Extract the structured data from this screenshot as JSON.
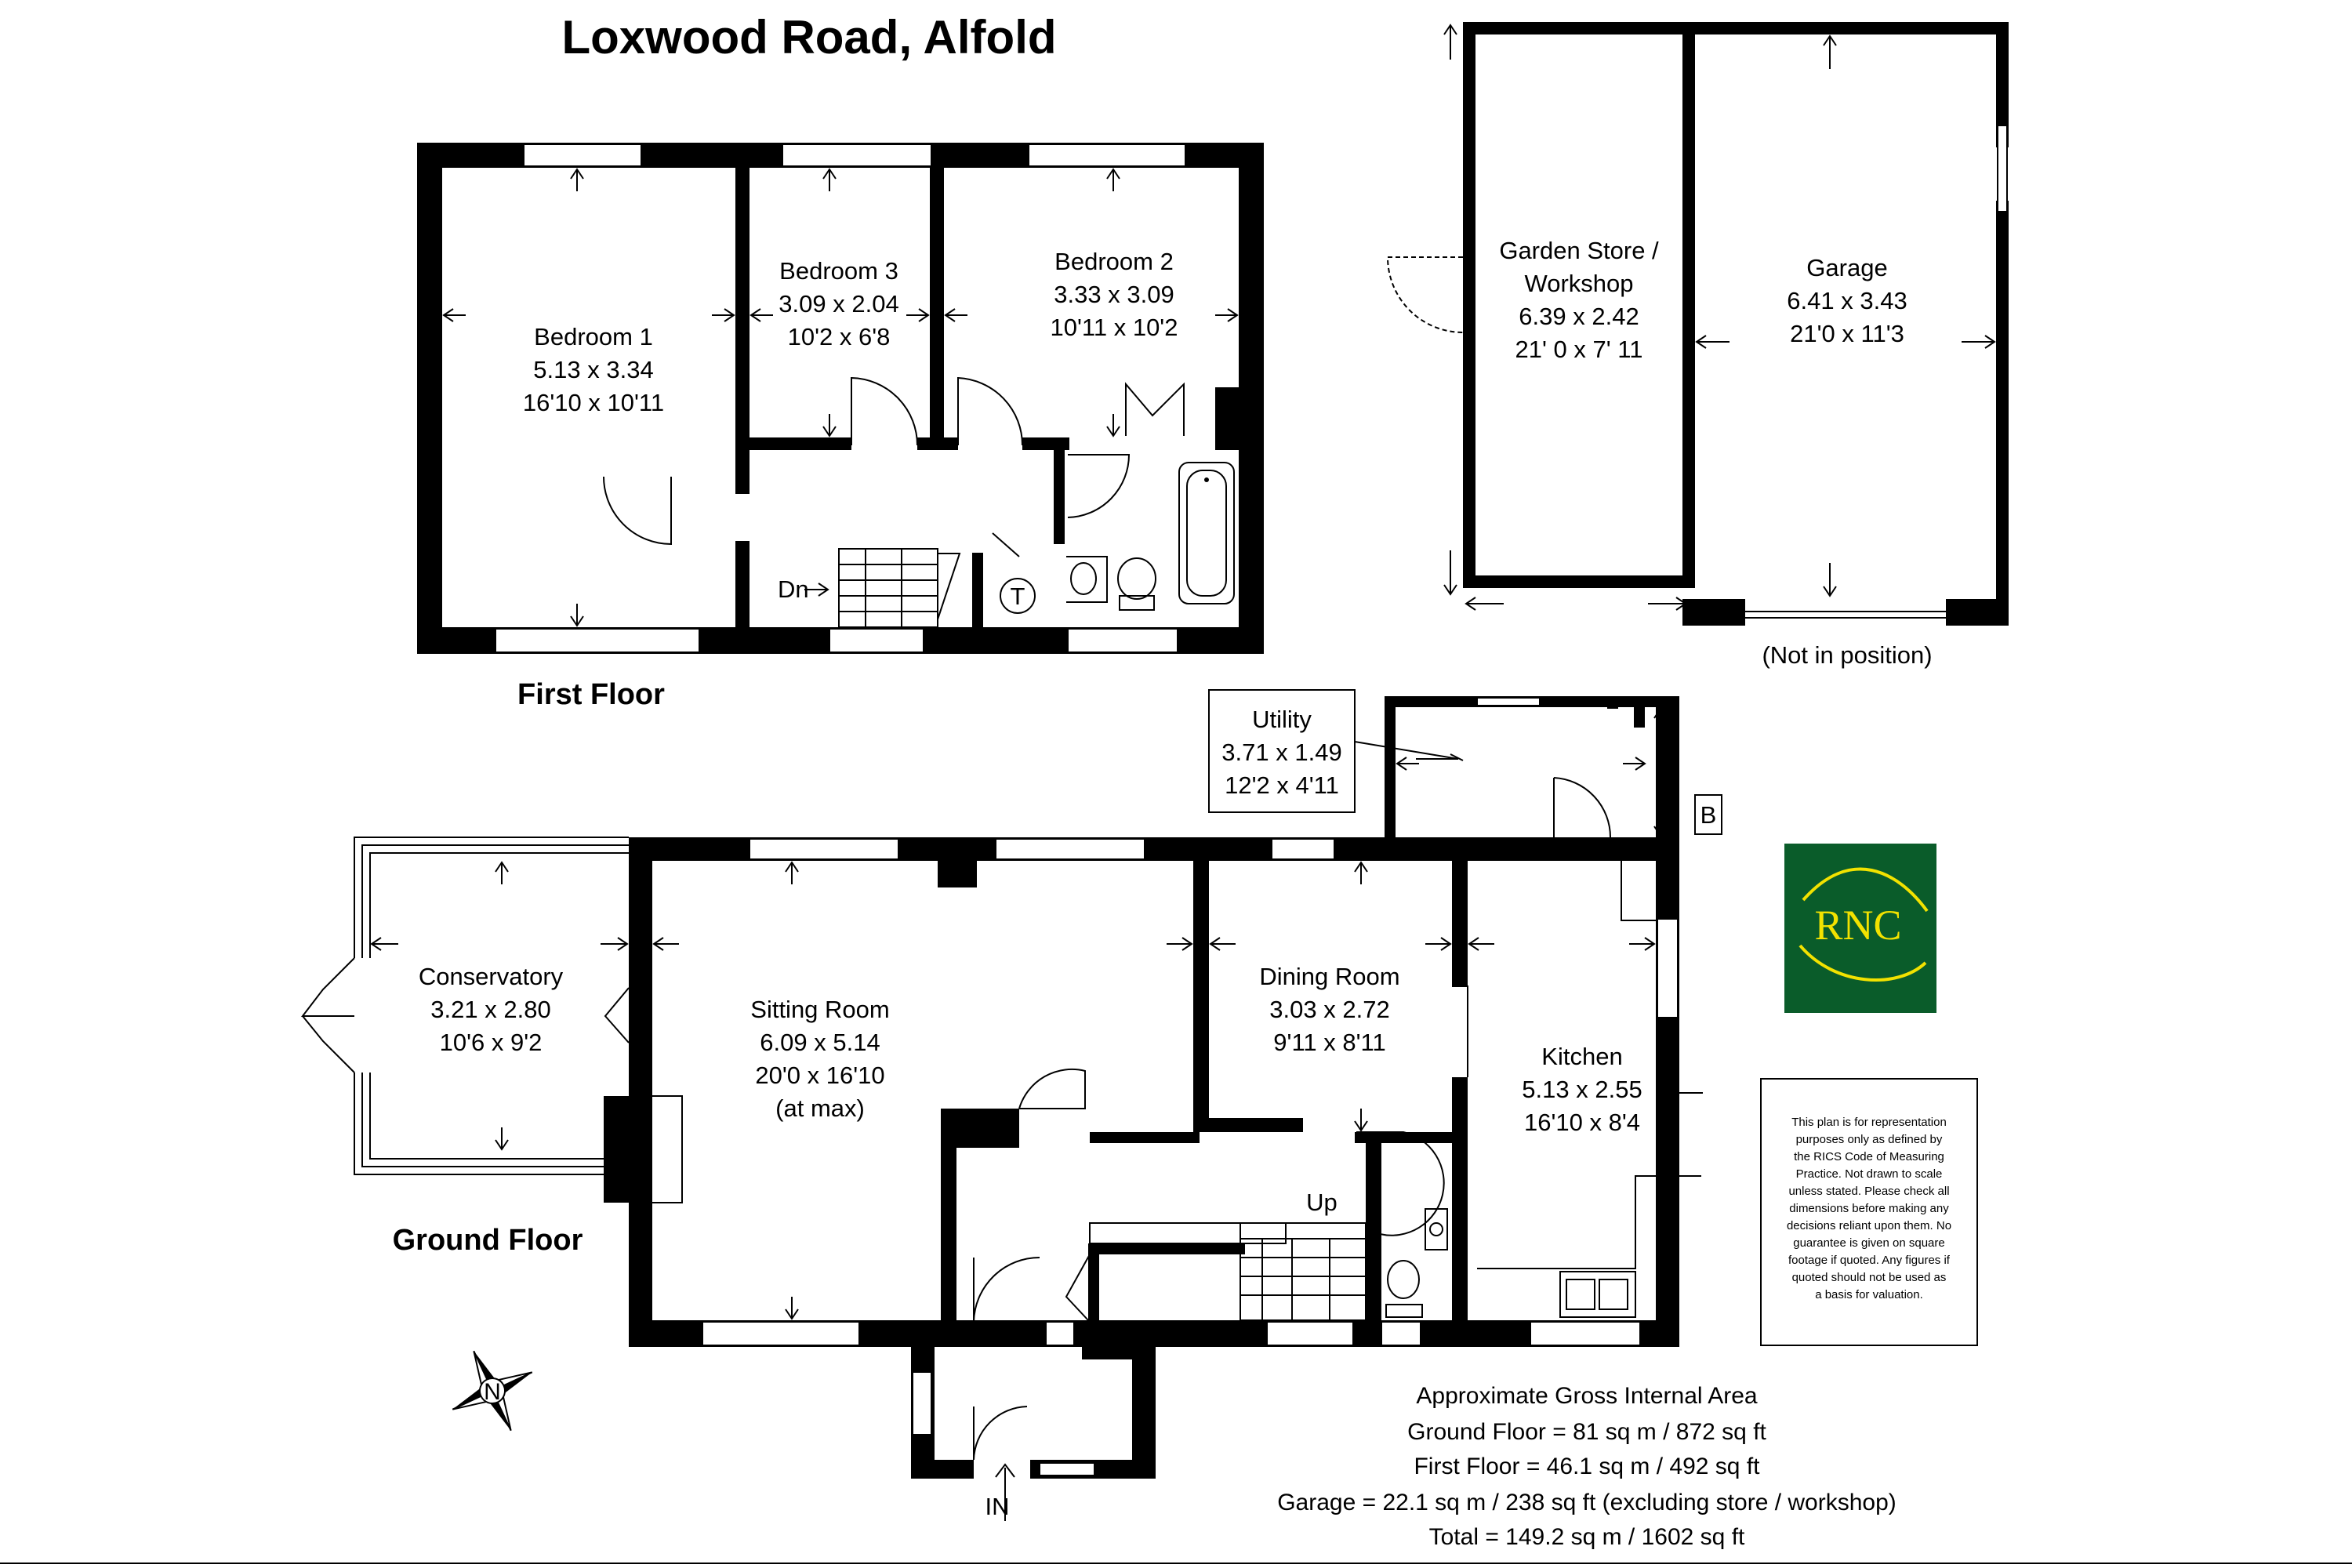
{
  "title": "Loxwood Road, Alfold",
  "floors": {
    "first": "First Floor",
    "ground": "Ground Floor"
  },
  "rooms": {
    "bedroom1": {
      "name": "Bedroom 1",
      "metric": "5.13 x 3.34",
      "imperial": "16'10 x 10'11"
    },
    "bedroom3": {
      "name": "Bedroom 3",
      "metric": "3.09 x 2.04",
      "imperial": "10'2 x 6'8"
    },
    "bedroom2": {
      "name": "Bedroom 2",
      "metric": "3.33 x 3.09",
      "imperial": "10'11 x 10'2"
    },
    "garden_store": {
      "name1": "Garden Store /",
      "name2": "Workshop",
      "metric": "6.39 x 2.42",
      "imperial": "21' 0 x 7' 11"
    },
    "garage": {
      "name": "Garage",
      "metric": "6.41 x 3.43",
      "imperial": "21'0 x 11'3"
    },
    "utility": {
      "name": "Utility",
      "metric": "3.71 x 1.49",
      "imperial": "12'2 x 4'11"
    },
    "conservatory": {
      "name": "Conservatory",
      "metric": "3.21 x 2.80",
      "imperial": "10'6 x 9'2"
    },
    "sitting": {
      "name": "Sitting Room",
      "metric": "6.09 x 5.14",
      "imperial": "20'0 x 16'10",
      "note": "(at max)"
    },
    "dining": {
      "name": "Dining Room",
      "metric": "3.03 x 2.72",
      "imperial": "9'11 x 8'11"
    },
    "kitchen": {
      "name": "Kitchen",
      "metric": "5.13 x 2.55",
      "imperial": "16'10 x 8'4"
    }
  },
  "labels": {
    "not_in_position": "(Not in position)",
    "dn": "Dn",
    "up": "Up",
    "in": "IN",
    "tank": "T",
    "boiler": "B",
    "compass": "N"
  },
  "logo": {
    "text": "RNC",
    "bg_color": "#0a5c2a",
    "fg_color": "#f2e200"
  },
  "disclaimer": [
    "This plan is for representation",
    "purposes only as defined by",
    "the RICS Code of Measuring",
    "Practice. Not drawn to scale",
    "unless stated. Please check all",
    "dimensions before making any",
    "decisions reliant upon them. No",
    "guarantee is given on square",
    "footage if quoted. Any figures if",
    "quoted should not be used as",
    "a basis for valuation."
  ],
  "areas": {
    "heading": "Approximate Gross Internal Area",
    "ground": "Ground Floor = 81 sq m / 872 sq ft",
    "first": "First Floor = 46.1 sq m / 492 sq ft",
    "garage": "Garage = 22.1 sq m / 238 sq ft (excluding store / workshop)",
    "total": "Total = 149.2 sq m / 1602 sq ft"
  }
}
